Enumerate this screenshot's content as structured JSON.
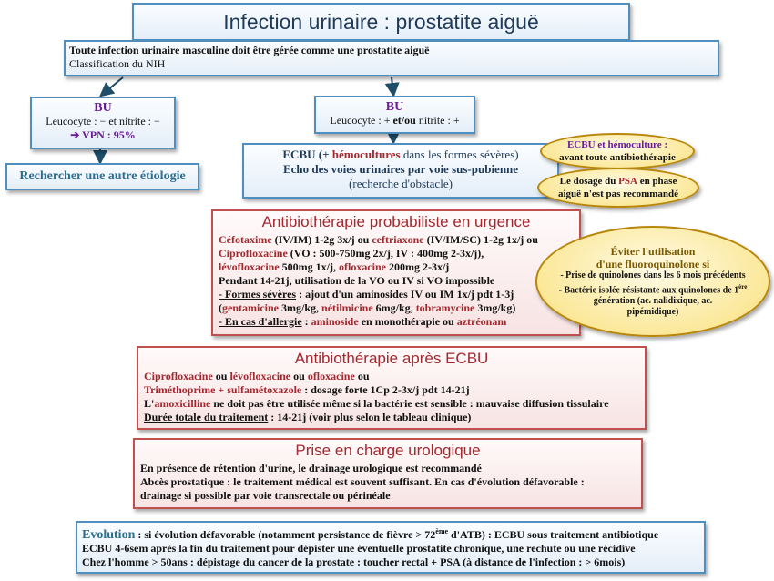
{
  "title": "Infection urinaire : prostatite aiguë",
  "intro": {
    "line1": "Toute infection urinaire masculine doit être gérée comme une prostatite aiguë",
    "line2": "Classification du NIH"
  },
  "bu_neg": {
    "label": "BU",
    "line1": "Leucocyte : − et nitrite : −",
    "arrow": "➔",
    "vpn": "VPN : 95%"
  },
  "bu_pos": {
    "label": "BU",
    "line1_a": "Leucocyte : +",
    "line1_b": "et/ou",
    "line1_c": "nitrite : +"
  },
  "other_etiology": "Rechercher une autre étiologie",
  "ecbu": {
    "l1_a": "ECBU (+",
    "l1_b": "hémocultures",
    "l1_c": "dans les formes sévères)",
    "l2": "Echo des voies urinaires par voie sus-pubienne",
    "l3": "(recherche d'obstacle)"
  },
  "bubble_ecbu": {
    "l1": "ECBU et hémoculture :",
    "l2": "avant toute antibiothérapie"
  },
  "bubble_psa": {
    "l1_a": "Le dosage du",
    "l1_b": "PSA",
    "l1_c": "en phase",
    "l2": "aiguë n'est pas recommandé"
  },
  "bubble_fq": {
    "l1": "Éviter l'utilisation",
    "l2": "d'une fluoroquinolone si",
    "l3": "- Prise de quinolones dans les 6 mois précédents",
    "l4": "- Bactérie isolée résistante aux quinolones de 1",
    "l4_sup": "ère",
    "l5": "génération (ac. nalidixique, ac.",
    "l6": "pipémidique)"
  },
  "atb_urgence": {
    "title": "Antibiothérapie probabiliste en urgence",
    "d_cefotaxime": "Céfotaxime",
    "t_cefotaxime": " (IV/IM) 1-2g 3x/j ou ",
    "d_ceftriaxone": "ceftriaxone",
    "t_ceftriaxone": " (IV/IM/SC)  1-2g 1x/j ou",
    "d_cipro": "Ciprofloxacine",
    "t_cipro": " (VO : 500-750mg 2x/j, IV : 400mg 2-3x/j),",
    "d_levo": "lévofloxacine",
    "t_levo": " 500mg 1x/j, ",
    "d_oflo": "ofloxacine",
    "t_oflo": " 200mg 2-3x/j",
    "duration": "Pendant 14-21j, utilisation de la VO ou IV si VO impossible",
    "severe_u": "- Formes sévères",
    "severe_t": " : ajout d'un aminosides IV ou IM 1x/j pdt 1-3j",
    "paren_open": "(",
    "d_genta": "gentamicine",
    "t_genta": " 3mg/kg, ",
    "d_netil": "nétilmicine",
    "t_netil": " 6mg/kg, ",
    "d_tobra": "tobramycine",
    "t_tobra": " 3mg/kg)",
    "allergy_u": "- En cas d'allergie",
    "allergy_sep": " : ",
    "d_amino": "aminoside",
    "t_amino": " en monothérapie ou ",
    "d_aztreo": "aztréonam"
  },
  "atb_ecbu": {
    "title": "Antibiothérapie après ECBU",
    "d_cipro": "Ciprofloxacine",
    "t_ou1": " ou ",
    "d_levo": "lévofloxacine",
    "t_ou2": " ou ",
    "d_oflo": "ofloxacine",
    "t_ou3": " ou",
    "d_tmp": "Triméthoprime + sulfamétoxazole",
    "t_tmp": " : dosage forte 1Cp 2-3x/j pdt 14-21j",
    "t_amox_pre": "L'",
    "d_amox": "amoxicilline",
    "t_amox": " ne doit pas être utilisée même si la bactérie est sensible : mauvaise diffusion tissulaire",
    "duree_u": "Durée totale du traitement",
    "duree_t": " : 14-21j (voir plus selon le tableau clinique)"
  },
  "urology": {
    "title": "Prise en charge urologique",
    "l1": "En présence de rétention d'urine, le drainage urologique est recommandé",
    "l2": "Abcès prostatique : le traitement médical est souvent suffisant. En cas d'évolution défavorable :",
    "l3": "drainage si possible par voie transrectale ou périnéale"
  },
  "evolution": {
    "label": "Evolution",
    "l1_a": " : si évolution défavorable (notamment persistance de fièvre > 72",
    "l1_sup": "ème",
    "l1_b": " d'ATB) : ECBU sous traitement antibiotique",
    "l2": "ECBU 4-6sem après la fin du traitement pour dépister une éventuelle prostatite chronique, une rechute ou une récidive",
    "l3": "Chez l'homme > 50ans : dépistage du cancer de la prostate : toucher rectal + PSA (à distance de l'infection : > 6mois)"
  },
  "colors": {
    "drug": "#a3282f",
    "bu": "#6a1b9a",
    "evolution": "#2e6e8e",
    "box_blue_border": "#4f8fbf",
    "box_red_border": "#c0504d",
    "bubble": "#f7dc6f"
  }
}
